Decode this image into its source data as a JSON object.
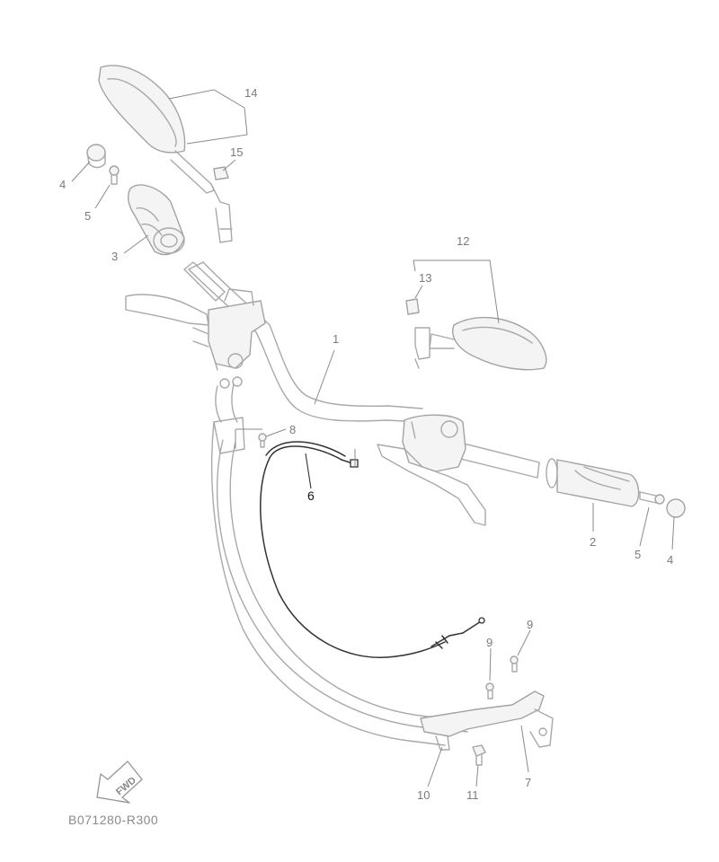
{
  "callouts": {
    "c1": "1",
    "c2": "2",
    "c3": "3",
    "c4_left": "4",
    "c4_right": "4",
    "c5_left": "5",
    "c5_right": "5",
    "c6": "6",
    "c7": "7",
    "c8": "8",
    "c9_left": "9",
    "c9_right": "9",
    "c10": "10",
    "c11": "11",
    "c12": "12",
    "c13": "13",
    "c14": "14",
    "c15": "15"
  },
  "fwd_label": "FWD",
  "diagram_code": "B071280-R300",
  "colors": {
    "line": "#a9a9a9",
    "highlight": "#333333",
    "background": "#ffffff"
  }
}
